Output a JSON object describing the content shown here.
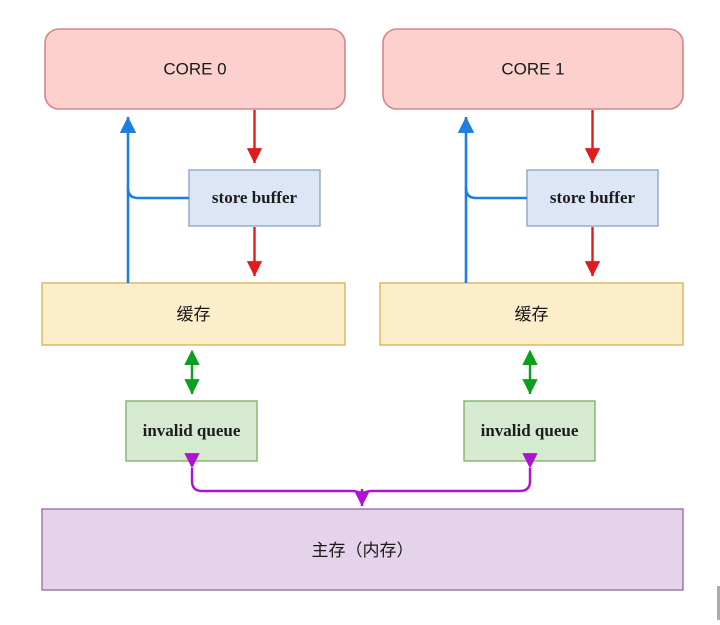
{
  "diagram": {
    "title": "CPU cache coherence architecture",
    "colors": {
      "core_fill": "#fbd0cd",
      "core_stroke": "#d9838a",
      "store_buffer_fill": "#dce6f7",
      "store_buffer_stroke": "#8fa8c8",
      "cache_fill": "#fceeca",
      "cache_stroke": "#d6b656",
      "invalid_queue_fill": "#d5ead1",
      "invalid_queue_stroke": "#82b366",
      "memory_fill": "#e4d3ea",
      "memory_stroke": "#9673a6",
      "arrow_read": "#1f7fe0",
      "arrow_write": "#e01b1b",
      "arrow_invalidate": "#0aa01e",
      "arrow_memory_bus": "#b012d4",
      "text": "#1a1a1a"
    },
    "nodes": {
      "core0": {
        "label": "CORE 0"
      },
      "core1": {
        "label": "CORE 1"
      },
      "store_buffer0": {
        "label": "store buffer"
      },
      "store_buffer1": {
        "label": "store buffer"
      },
      "cache0": {
        "label": "缓存"
      },
      "cache1": {
        "label": "缓存"
      },
      "invalid_queue0": {
        "label": "invalid queue"
      },
      "invalid_queue1": {
        "label": "invalid queue"
      },
      "main_memory": {
        "label": "主存（内存）"
      }
    },
    "edges": [
      {
        "name": "cache0-to-core0",
        "color_role": "arrow_read",
        "direction": "up"
      },
      {
        "name": "store-buffer0-to-core0",
        "color_role": "arrow_read",
        "direction": "up"
      },
      {
        "name": "core0-to-store-buffer0",
        "color_role": "arrow_write",
        "direction": "down"
      },
      {
        "name": "store-buffer0-to-cache0",
        "color_role": "arrow_write",
        "direction": "down"
      },
      {
        "name": "cache0-invalid-queue0",
        "color_role": "arrow_invalidate",
        "direction": "both"
      },
      {
        "name": "cache1-to-core1",
        "color_role": "arrow_read",
        "direction": "up"
      },
      {
        "name": "store-buffer1-to-core1",
        "color_role": "arrow_read",
        "direction": "up"
      },
      {
        "name": "core1-to-store-buffer1",
        "color_role": "arrow_write",
        "direction": "down"
      },
      {
        "name": "store-buffer1-to-cache1",
        "color_role": "arrow_write",
        "direction": "down"
      },
      {
        "name": "cache1-invalid-queue1",
        "color_role": "arrow_invalidate",
        "direction": "both"
      },
      {
        "name": "memory-bus",
        "color_role": "arrow_memory_bus",
        "direction": "both"
      }
    ]
  }
}
